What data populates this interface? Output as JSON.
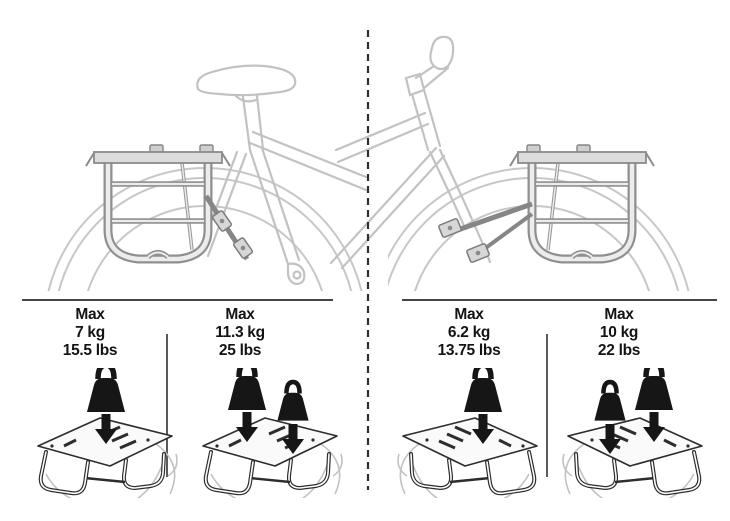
{
  "document": "pannier-rack-load-limit-diagram",
  "panels": [
    {
      "id": "rear-rack",
      "illustration": "bike-rear-with-rack",
      "columns": [
        {
          "max_label": "Max",
          "kg": "7 kg",
          "lbs": "15.5 lbs",
          "load": "top-load",
          "weights": 1
        },
        {
          "max_label": "Max",
          "kg": "11.3 kg",
          "lbs": "25 lbs",
          "load": "top-and-side-load",
          "weights": 2
        }
      ]
    },
    {
      "id": "front-rack",
      "illustration": "bike-front-with-rack",
      "columns": [
        {
          "max_label": "Max",
          "kg": "6.2 kg",
          "lbs": "13.75 lbs",
          "load": "top-load",
          "weights": 1
        },
        {
          "max_label": "Max",
          "kg": "10 kg",
          "lbs": "22 lbs",
          "load": "top-and-side-load",
          "weights": 2
        }
      ]
    }
  ],
  "icons": {
    "weight": "kettlebell-weight",
    "arrow": "down-arrow",
    "divider": "vertical-dashed-divider"
  },
  "colors": {
    "background": "#ffffff",
    "bike_line": "#c2c2c2",
    "rack_line": "#8f8f8f",
    "ink": "#161616",
    "rule": "#474747",
    "text": "#141414"
  }
}
